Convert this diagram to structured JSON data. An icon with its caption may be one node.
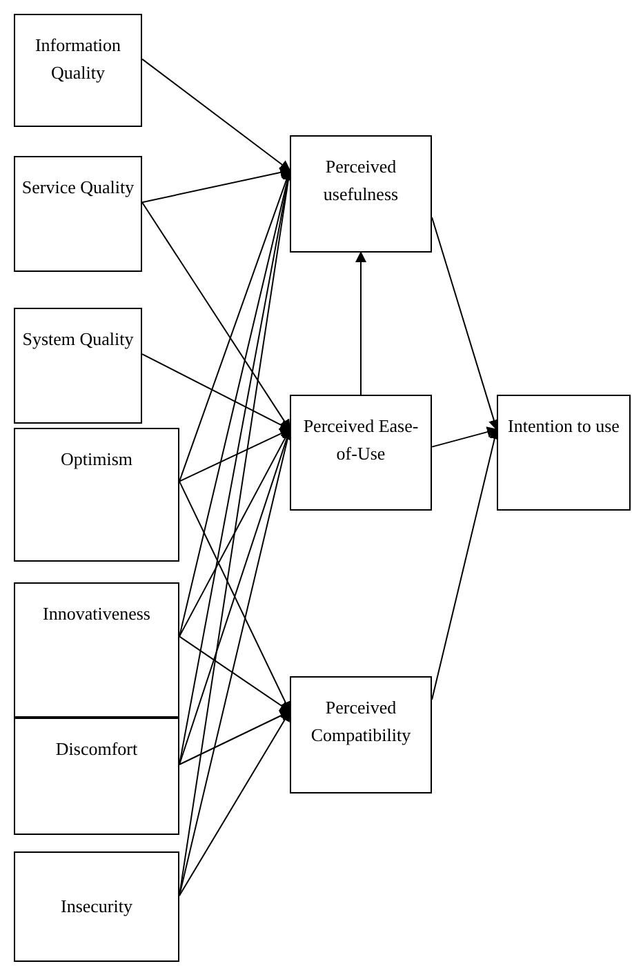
{
  "diagram": {
    "nodes": [
      {
        "text": [
          "Information Quality"
        ]
      },
      {
        "text": [
          "Service Quality"
        ]
      },
      {
        "text": [
          "System Quality"
        ]
      },
      {
        "text": [
          "Optimism"
        ]
      },
      {
        "text": [
          "Innovativeness"
        ]
      },
      {
        "text": [
          "Discomfort"
        ]
      },
      {
        "text": [
          "Insecurity"
        ]
      },
      {
        "text": [
          "Perceived usefulness"
        ]
      },
      {
        "text": [
          "Perceived Ease-of-Use"
        ]
      },
      {
        "text": [
          "Perceived Compatibility"
        ]
      },
      {
        "text": [
          "Intention to use"
        ]
      }
    ],
    "edges": [
      {
        "from": 0,
        "to": 7,
        "arrow": "to"
      },
      {
        "from": 1,
        "to": 7,
        "arrow": "to"
      },
      {
        "from": 1,
        "to": 8,
        "arrow": "to"
      },
      {
        "from": 2,
        "to": 8,
        "arrow": "to"
      },
      {
        "from": 3,
        "to": 7,
        "arrow": "to"
      },
      {
        "from": 3,
        "to": 8,
        "arrow": "to"
      },
      {
        "from": 3,
        "to": 9,
        "arrow": "to"
      },
      {
        "from": 4,
        "to": 7,
        "arrow": "to"
      },
      {
        "from": 4,
        "to": 8,
        "arrow": "to"
      },
      {
        "from": 4,
        "to": 9,
        "arrow": "to"
      },
      {
        "from": 5,
        "to": 7,
        "arrow": "to"
      },
      {
        "from": 5,
        "to": 8,
        "arrow": "to"
      },
      {
        "from": 5,
        "to": 9,
        "arrow": "to"
      },
      {
        "from": 6,
        "to": 7,
        "arrow": "to"
      },
      {
        "from": 6,
        "to": 8,
        "arrow": "to"
      },
      {
        "from": 6,
        "to": 9,
        "arrow": "to"
      },
      {
        "from": 8,
        "to": 7,
        "arrow": "to"
      },
      {
        "from": 7,
        "to": 10,
        "arrow": "to"
      },
      {
        "from": 8,
        "to": 10,
        "arrow": "to"
      },
      {
        "from": 9,
        "to": 10,
        "arrow": "to"
      }
    ]
  }
}
